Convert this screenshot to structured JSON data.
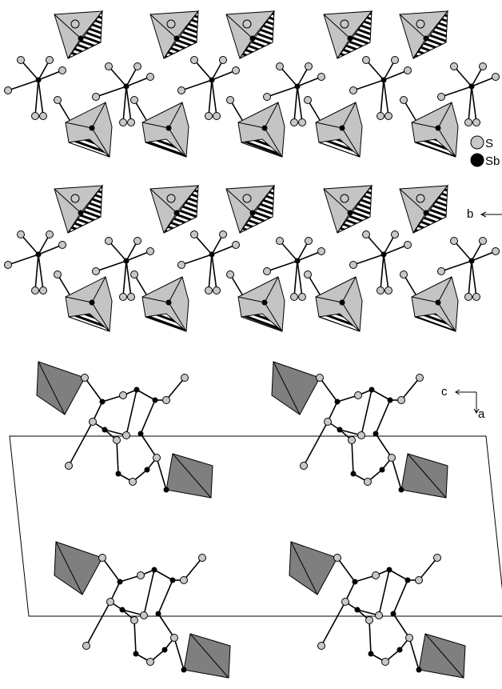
{
  "legend": {
    "items": [
      {
        "label": "S",
        "color": "#c8c8c8"
      },
      {
        "label": "Sb",
        "color": "#000000"
      }
    ]
  },
  "axes": {
    "middle": {
      "axis_label": "b"
    },
    "bottom": {
      "axis_label_horizontal": "c",
      "axis_label_vertical": "a"
    }
  },
  "colors": {
    "polyhedron_light": "#c4c4c4",
    "polyhedron_dark": "#7f7f7f",
    "s_atom": "#c8c8c8",
    "sb_atom": "#000000",
    "bond": "#000000"
  }
}
